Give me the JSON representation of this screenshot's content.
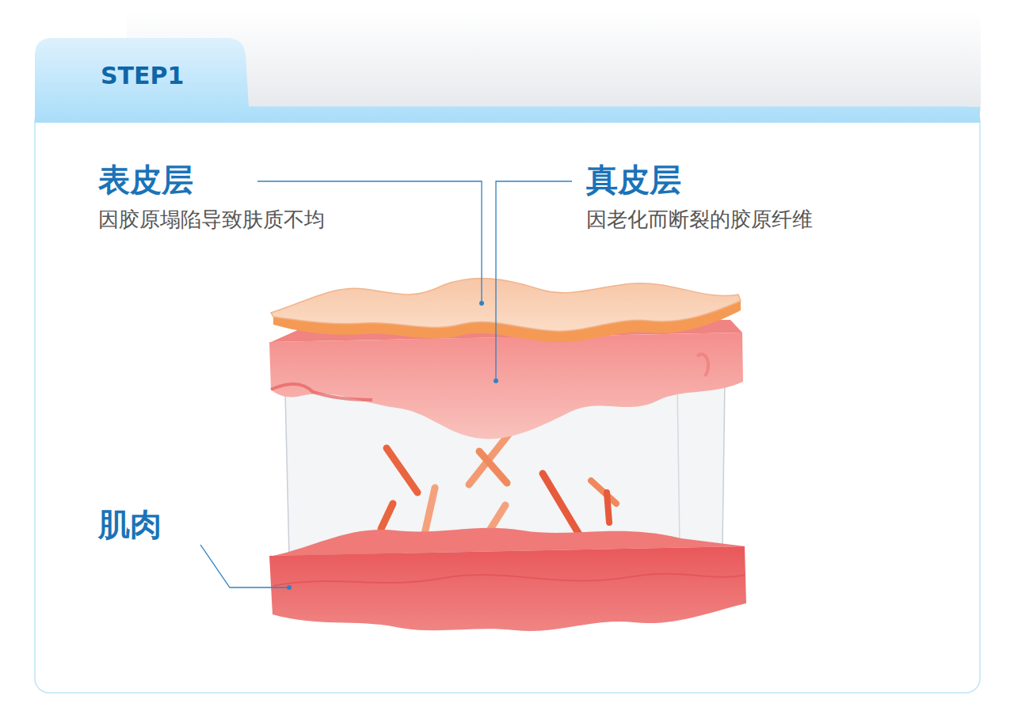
{
  "diagram": {
    "title": "STEP1",
    "labels": [
      "表皮层",
      "因胶原塌陷导致肤质不均",
      "真皮层",
      "因老化而断裂的胶原纤维",
      "肌肉"
    ]
  }
}
